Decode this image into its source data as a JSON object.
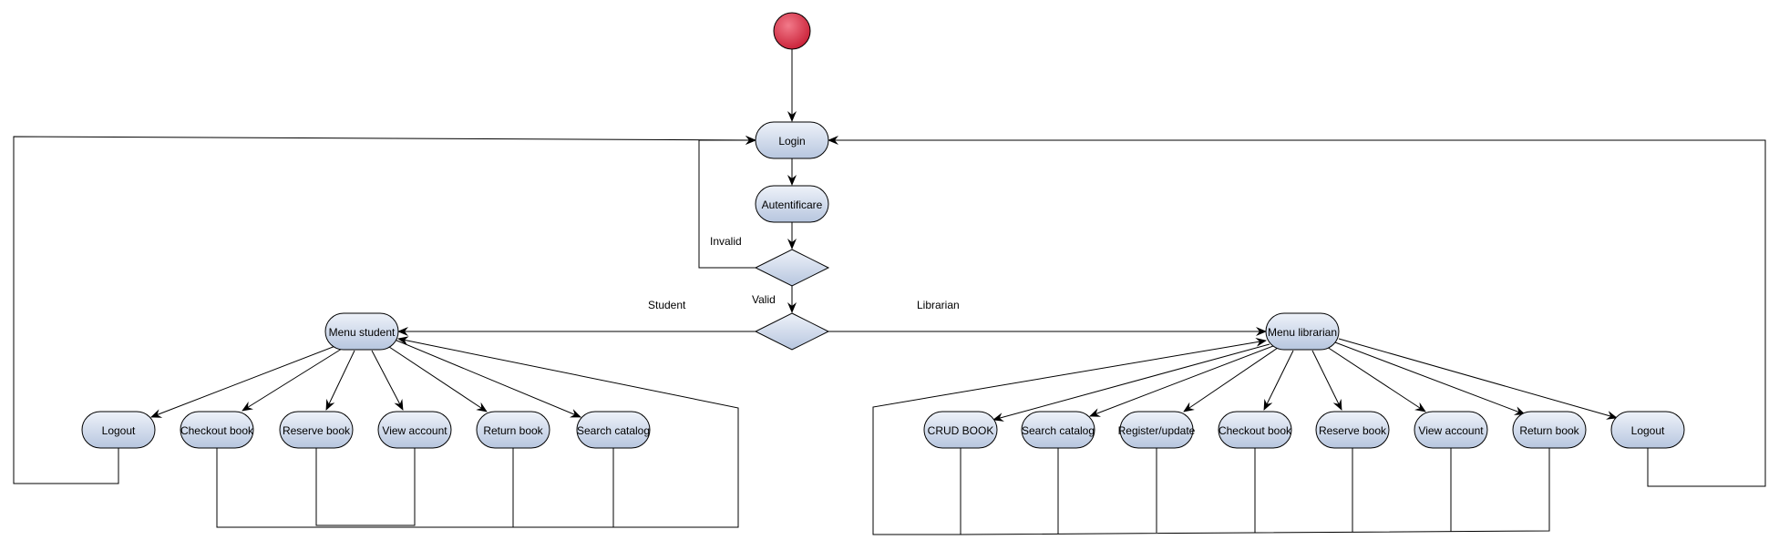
{
  "diagram": {
    "nodes": {
      "login": "Login",
      "autentificare": "Autentificare",
      "menu_student": "Menu student",
      "menu_librarian": "Menu librarian",
      "student": {
        "logout": "Logout",
        "checkout": "Checkout book",
        "reserve": "Reserve book",
        "view": "View account",
        "return": "Return book",
        "search": "Search catalog"
      },
      "librarian": {
        "crud": "CRUD BOOK",
        "search": "Search catalog",
        "register": "Register/update",
        "checkout": "Checkout book",
        "reserve": "Reserve book",
        "view": "View account",
        "return": "Return book",
        "logout": "Logout"
      }
    },
    "edge_labels": {
      "invalid": "Invalid",
      "valid": "Valid",
      "student": "Student",
      "librarian": "Librarian"
    },
    "colors": {
      "start_fill": "#e0374d",
      "node_fill_top": "#e9eef7",
      "node_fill_bottom": "#b9c8e0",
      "stroke": "#000000"
    }
  }
}
